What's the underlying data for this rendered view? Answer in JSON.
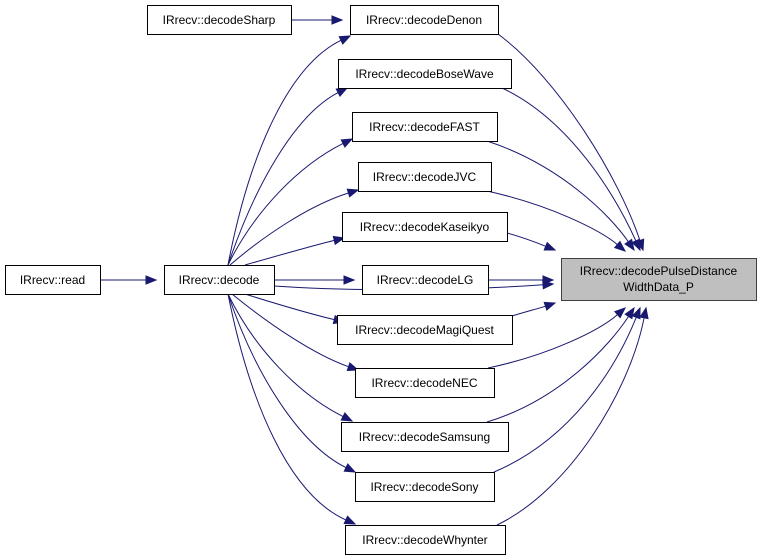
{
  "graph": {
    "edge_color": "#191970",
    "target_fill": "#bfbfbf",
    "nodes": [
      {
        "id": "read",
        "label": "IRrecv::read"
      },
      {
        "id": "decode",
        "label": "IRrecv::decode"
      },
      {
        "id": "decodeSharp",
        "label": "IRrecv::decodeSharp"
      },
      {
        "id": "decodeDenon",
        "label": "IRrecv::decodeDenon"
      },
      {
        "id": "decodeBoseWave",
        "label": "IRrecv::decodeBoseWave"
      },
      {
        "id": "decodeFAST",
        "label": "IRrecv::decodeFAST"
      },
      {
        "id": "decodeJVC",
        "label": "IRrecv::decodeJVC"
      },
      {
        "id": "decodeKaseikyo",
        "label": "IRrecv::decodeKaseikyo"
      },
      {
        "id": "decodeLG",
        "label": "IRrecv::decodeLG"
      },
      {
        "id": "decodeMagiQuest",
        "label": "IRrecv::decodeMagiQuest"
      },
      {
        "id": "decodeNEC",
        "label": "IRrecv::decodeNEC"
      },
      {
        "id": "decodeSamsung",
        "label": "IRrecv::decodeSamsung"
      },
      {
        "id": "decodeSony",
        "label": "IRrecv::decodeSony"
      },
      {
        "id": "decodeWhynter",
        "label": "IRrecv::decodeWhynter"
      },
      {
        "id": "target",
        "label": "IRrecv::decodePulseDistanceWidthData_P",
        "lines": [
          "IRrecv::decodePulseDistance",
          "WidthData_P"
        ],
        "highlighted": true
      }
    ],
    "edges": [
      {
        "from": "read",
        "to": "decode"
      },
      {
        "from": "decodeSharp",
        "to": "decodeDenon"
      },
      {
        "from": "decode",
        "to": "decodeDenon"
      },
      {
        "from": "decode",
        "to": "decodeBoseWave"
      },
      {
        "from": "decode",
        "to": "decodeFAST"
      },
      {
        "from": "decode",
        "to": "decodeJVC"
      },
      {
        "from": "decode",
        "to": "decodeKaseikyo"
      },
      {
        "from": "decode",
        "to": "decodeLG"
      },
      {
        "from": "decode",
        "to": "decodeMagiQuest"
      },
      {
        "from": "decode",
        "to": "decodeNEC"
      },
      {
        "from": "decode",
        "to": "decodeSamsung"
      },
      {
        "from": "decode",
        "to": "decodeSony"
      },
      {
        "from": "decode",
        "to": "decodeWhynter"
      },
      {
        "from": "decode",
        "to": "target"
      },
      {
        "from": "decodeDenon",
        "to": "target"
      },
      {
        "from": "decodeBoseWave",
        "to": "target"
      },
      {
        "from": "decodeFAST",
        "to": "target"
      },
      {
        "from": "decodeJVC",
        "to": "target"
      },
      {
        "from": "decodeKaseikyo",
        "to": "target"
      },
      {
        "from": "decodeLG",
        "to": "target"
      },
      {
        "from": "decodeMagiQuest",
        "to": "target"
      },
      {
        "from": "decodeNEC",
        "to": "target"
      },
      {
        "from": "decodeSamsung",
        "to": "target"
      },
      {
        "from": "decodeSony",
        "to": "target"
      },
      {
        "from": "decodeWhynter",
        "to": "target"
      }
    ]
  }
}
